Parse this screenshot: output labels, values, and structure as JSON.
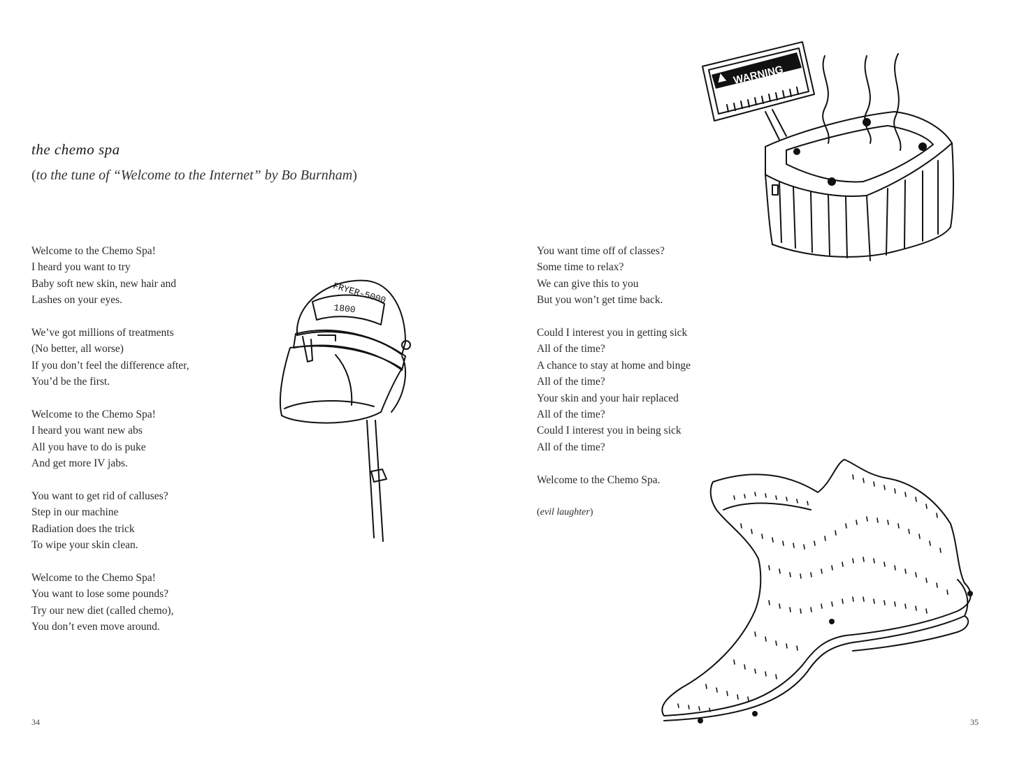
{
  "left_page": {
    "title": "the chemo spa",
    "subtitle_open": "(",
    "subtitle_text": "to the tune of “Welcome to the Internet” by Bo Burnham",
    "subtitle_close": ")",
    "stanzas": [
      [
        "Welcome to the Chemo Spa!",
        "I heard you want to try",
        "Baby soft new skin, new hair and",
        "Lashes on your eyes."
      ],
      [
        "We’ve got millions of treatments",
        "(No better, all worse)",
        "If you don’t feel the difference after,",
        "You’d be the first."
      ],
      [
        "Welcome to the Chemo Spa!",
        "I heard you want new abs",
        "All you have to do is puke",
        "And get more IV jabs."
      ],
      [
        "You want to get rid of calluses?",
        "Step in our machine",
        "Radiation does the trick",
        "To wipe your skin clean."
      ],
      [
        "Welcome to the Chemo Spa!",
        "You want to lose some pounds?",
        "Try our new diet (called chemo),",
        "You don’t even move around."
      ]
    ],
    "page_number": "34"
  },
  "right_page": {
    "stanzas": [
      [
        "You want time off of classes?",
        "Some time to relax?",
        "We can give this to you",
        "But you won’t get time back."
      ],
      [
        "Could I interest you in getting sick",
        "All of the time?",
        "A chance to stay at home and binge",
        "All of the time?",
        "Your skin and your hair replaced",
        "All of the time?",
        "Could I interest you in being sick",
        "All of the time?"
      ],
      [
        "Welcome to the Chemo Spa."
      ]
    ],
    "aside_open": "(",
    "aside_text": "evil laughter",
    "aside_close": ")",
    "page_number": "35"
  },
  "illustrations": {
    "dryer_label": "FRYER-5000",
    "dryer_display": "1800",
    "sign_text": "WARNING"
  }
}
